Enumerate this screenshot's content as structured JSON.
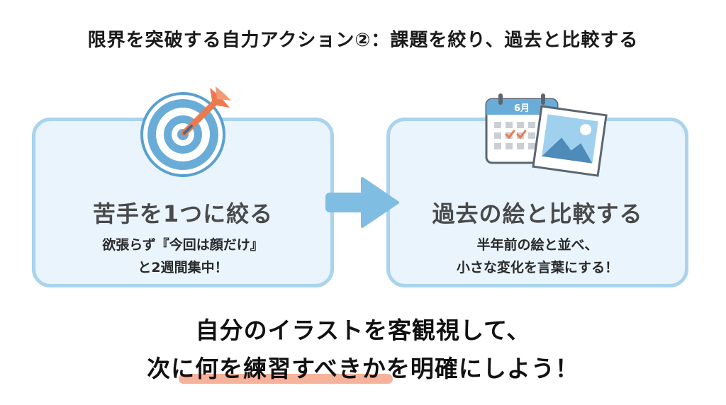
{
  "title": "限界を突破する自力アクション②：課題を絞り、過去と比較する",
  "cards": [
    {
      "heading": "苦手を1つに絞る",
      "line1": "欲張らず『今回は顔だけ』",
      "line2": "と2週間集中！",
      "icon": "target-icon"
    },
    {
      "heading": "過去の絵と比較する",
      "line1": "半年前の絵と並べ、",
      "line2": "小さな変化を言葉にする！",
      "icon": "calendar-photo-icon",
      "calendar_month": "6月"
    }
  ],
  "summary": {
    "line1": "自分のイラストを客観視して、",
    "line2": "次に何を練習すべきかを明確にしよう！"
  },
  "colors": {
    "card_border": "#a9d3ee",
    "card_fill": "#e9f4fc",
    "arrow": "#7fbde3",
    "target_blue": "#5aa0cf",
    "dart_orange": "#ec7a4f",
    "underline": "#f4a58a"
  }
}
